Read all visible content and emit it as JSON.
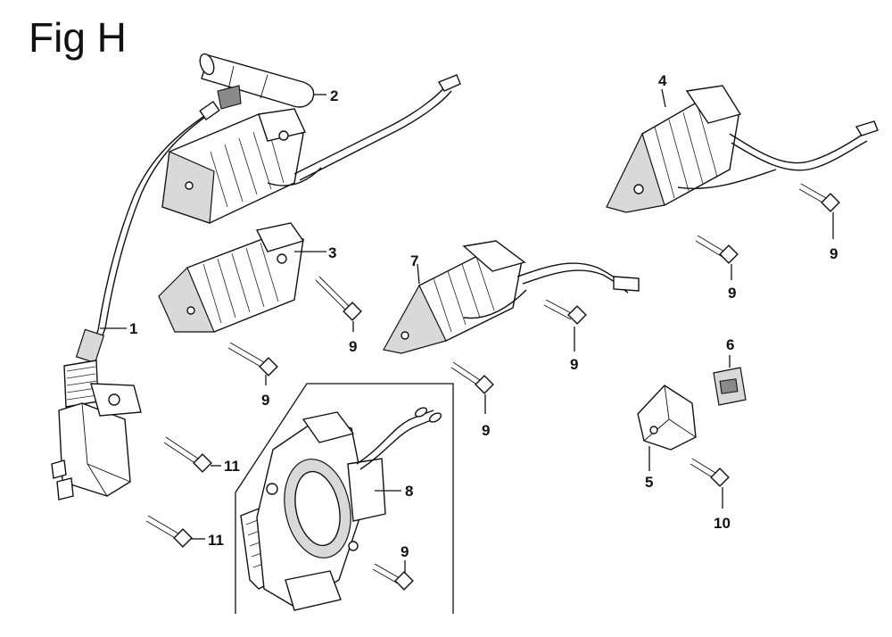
{
  "figure": {
    "title": "Fig H"
  },
  "callouts": [
    {
      "id": "c1",
      "text": "1"
    },
    {
      "id": "c2",
      "text": "2"
    },
    {
      "id": "c3",
      "text": "3"
    },
    {
      "id": "c4",
      "text": "4"
    },
    {
      "id": "c5",
      "text": "5"
    },
    {
      "id": "c6",
      "text": "6"
    },
    {
      "id": "c7",
      "text": "7"
    },
    {
      "id": "c8",
      "text": "8"
    },
    {
      "id": "c9a",
      "text": "9"
    },
    {
      "id": "c9b",
      "text": "9"
    },
    {
      "id": "c9c",
      "text": "9"
    },
    {
      "id": "c9d",
      "text": "9"
    },
    {
      "id": "c9e",
      "text": "9"
    },
    {
      "id": "c9f",
      "text": "9"
    },
    {
      "id": "c9g",
      "text": "9"
    },
    {
      "id": "c10",
      "text": "10"
    },
    {
      "id": "c11a",
      "text": "11"
    },
    {
      "id": "c11b",
      "text": "11"
    }
  ]
}
